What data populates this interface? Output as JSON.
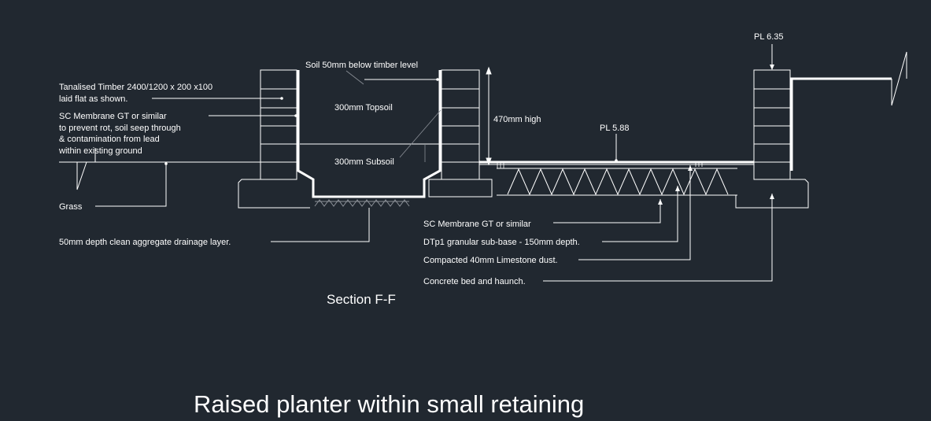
{
  "labels": {
    "timber": [
      "Tanalised Timber 2400/1200 x 200 x100",
      "laid flat as shown."
    ],
    "membrane_left": [
      "SC Membrane GT or similar",
      "to prevent rot, soil seep through",
      "&  contamination from lead",
      "within existing ground"
    ],
    "grass": "Grass",
    "aggregate": "50mm depth clean aggregate drainage layer.",
    "soil_level": "Soil 50mm below timber level",
    "topsoil": "300mm Topsoil",
    "subsoil": "300mm Subsoil",
    "height": "470mm high",
    "pl_low": "PL 5.88",
    "pl_high": "PL 6.35",
    "membrane_right": "SC Membrane GT or similar",
    "subbase": "DTp1 granular sub-base - 150mm depth.",
    "limestone": "Compacted 40mm Limestone dust.",
    "concrete": "Concrete bed and haunch."
  },
  "section_label": "Section F-F",
  "title": "Raised planter within small retaining",
  "colors": {
    "background": "#212830",
    "linework": "#ffffff",
    "hatch": "#8a8f96"
  }
}
